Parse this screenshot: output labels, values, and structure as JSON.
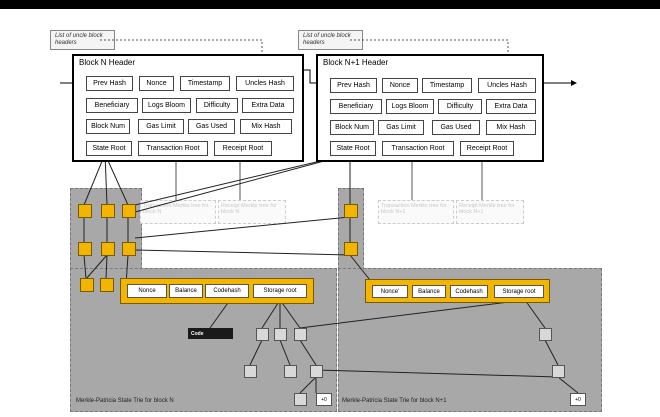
{
  "notes": {
    "left": "List of uncle block headers",
    "right": "List of uncle block headers"
  },
  "block_n": {
    "title": "Block N Header",
    "fields": {
      "prev_hash": "Prev Hash",
      "nonce": "Nonce",
      "timestamp": "Timestamp",
      "uncles_hash": "Uncles Hash",
      "beneficiary": "Beneficiary",
      "logs_bloom": "Logs Bloom",
      "difficulty": "Difficulty",
      "extra_data": "Extra Data",
      "block_num": "Block Num",
      "gas_limit": "Gas Limit",
      "gas_used": "Gas Used",
      "mix_hash": "Mix Hash",
      "state_root": "State Root",
      "transaction_root": "Transaction Root",
      "receipt_root": "Receipt Root"
    }
  },
  "block_n1": {
    "title": "Block N+1 Header",
    "fields": {
      "prev_hash": "Prev Hash",
      "nonce": "Nonce",
      "timestamp": "Timestamp",
      "uncles_hash": "Uncles Hash",
      "beneficiary": "Beneficiary",
      "logs_bloom": "Logs Bloom",
      "difficulty": "Difficulty",
      "extra_data": "Extra Data",
      "block_num": "Block Num",
      "gas_limit": "Gas Limit",
      "gas_used": "Gas Used",
      "mix_hash": "Mix Hash",
      "state_root": "State Root",
      "transaction_root": "Transaction Root",
      "receipt_root": "Receipt Root"
    }
  },
  "ghost_tries": {
    "tx_n": "Transaction Merkle tree for block N",
    "rc_n": "Receipt Merkle tree for block N",
    "tx_n1": "Transaction Merkle tree for block N+1",
    "rc_n1": "Receipt Merkle tree for block N+1"
  },
  "account_n": {
    "nonce": "Nonce",
    "balance": "Balance",
    "codehash": "Codehash",
    "storage_root": "Storage root"
  },
  "account_n1": {
    "nonce": "Nonce'",
    "balance": "Balance",
    "codehash": "Codehash",
    "storage_root": "Storage root"
  },
  "code_label": "Code",
  "trie_labels": {
    "left": "Merkle-Patricia  State Trie for block N",
    "right": "Merkle-Patricia  State Trie for block N+1"
  },
  "small_labels": {
    "left": "+0",
    "right": "+0"
  }
}
